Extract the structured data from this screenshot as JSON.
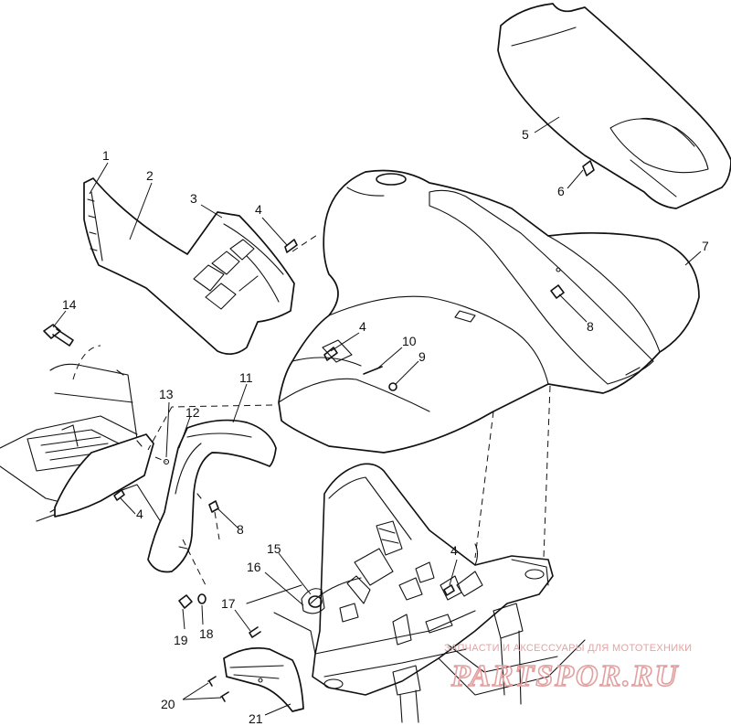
{
  "callouts": [
    {
      "id": "c1",
      "label": "1"
    },
    {
      "id": "c2",
      "label": "2"
    },
    {
      "id": "c3",
      "label": "3"
    },
    {
      "id": "c4a",
      "label": "4"
    },
    {
      "id": "c5",
      "label": "5"
    },
    {
      "id": "c6",
      "label": "6"
    },
    {
      "id": "c7",
      "label": "7"
    },
    {
      "id": "c8a",
      "label": "8"
    },
    {
      "id": "c4b",
      "label": "4"
    },
    {
      "id": "c10",
      "label": "10"
    },
    {
      "id": "c9",
      "label": "9"
    },
    {
      "id": "c14",
      "label": "14"
    },
    {
      "id": "c11",
      "label": "11"
    },
    {
      "id": "c13",
      "label": "13"
    },
    {
      "id": "c12",
      "label": "12"
    },
    {
      "id": "c4c",
      "label": "4"
    },
    {
      "id": "c8b",
      "label": "8"
    },
    {
      "id": "c15",
      "label": "15"
    },
    {
      "id": "c4d",
      "label": "4"
    },
    {
      "id": "c16",
      "label": "16"
    },
    {
      "id": "c17",
      "label": "17"
    },
    {
      "id": "c19",
      "label": "19"
    },
    {
      "id": "c18",
      "label": "18"
    },
    {
      "id": "c20",
      "label": "20"
    },
    {
      "id": "c21",
      "label": "21"
    }
  ],
  "watermark": {
    "tagline": "ЗАПЧАСТИ И АКСЕССУАРЫ ДЛЯ МОТОТЕХНИКИ",
    "logo": "PARTSPOR.RU"
  },
  "colors": {
    "ink": "#111111",
    "watermark": "#e2a0a0",
    "background": "#ffffff"
  }
}
